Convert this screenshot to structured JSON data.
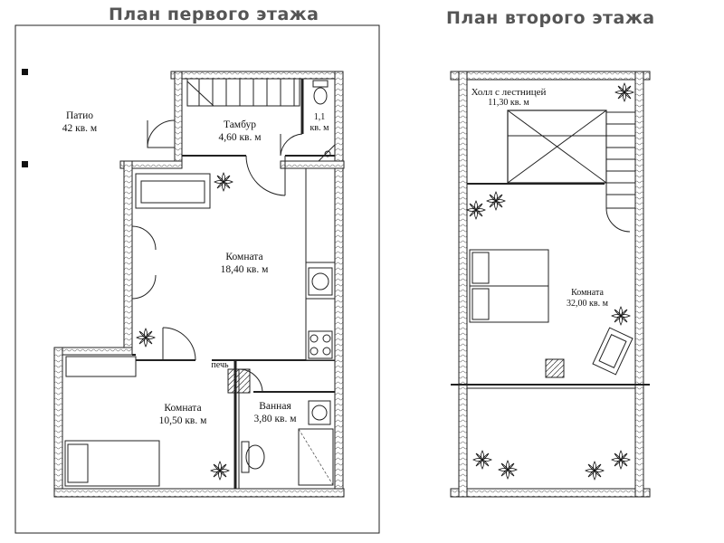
{
  "first_floor": {
    "title": "План первого этажа",
    "rooms": {
      "patio": {
        "name": "Патио",
        "area": "42 кв. м"
      },
      "tambur": {
        "name": "Тамбур",
        "area": "4,60 кв. м"
      },
      "wc": {
        "name": "1,1",
        "area": "кв. м"
      },
      "room_big": {
        "name": "Комната",
        "area": "18,40 кв. м"
      },
      "room_small": {
        "name": "Комната",
        "area": "10,50 кв. м"
      },
      "bath": {
        "name": "Ванная",
        "area": "3,80 кв. м"
      }
    },
    "stove_label": "печь"
  },
  "second_floor": {
    "title": "План второго этажа",
    "rooms": {
      "hall": {
        "name": "Холл с лестницей",
        "area": "11,30 кв. м"
      },
      "room": {
        "name": "Комната",
        "area": "32,00 кв. м"
      }
    }
  },
  "icons": [
    "plant-icon",
    "bed-icon",
    "sofa-icon",
    "bathtub-icon",
    "toilet-icon",
    "sink-icon",
    "stove-icon",
    "staircase-icon",
    "door-icon"
  ]
}
